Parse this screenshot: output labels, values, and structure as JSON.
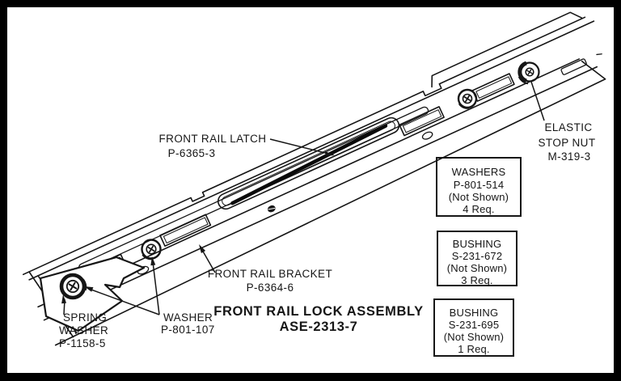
{
  "figure": {
    "title_line1": "FRONT RAIL LOCK ASSEMBLY",
    "title_line2": "ASE-2313-7"
  },
  "callouts": {
    "latch": {
      "lines": [
        "FRONT RAIL LATCH",
        "P-6365-3"
      ]
    },
    "stop_nut": {
      "lines": [
        "ELASTIC",
        "STOP NUT",
        "M-319-3"
      ]
    },
    "bracket": {
      "lines": [
        "FRONT RAIL BRACKET",
        "P-6364-6"
      ]
    },
    "spring_washer": {
      "lines": [
        "SPRING",
        "WASHER",
        "P-1158-5"
      ]
    },
    "washer": {
      "lines": [
        "WASHER",
        "P-801-107"
      ]
    }
  },
  "part_boxes": [
    {
      "lines": [
        "WASHERS",
        "P-801-514",
        "(Not Shown)",
        "4 Req."
      ]
    },
    {
      "lines": [
        "BUSHING",
        "S-231-672",
        "(Not Shown)",
        "3 Req."
      ]
    },
    {
      "lines": [
        "BUSHING",
        "S-231-695",
        "(Not Shown)",
        "1 Req."
      ]
    }
  ],
  "colors": {
    "ink": "#161616",
    "paper": "#ffffff",
    "frame": "#000000"
  }
}
